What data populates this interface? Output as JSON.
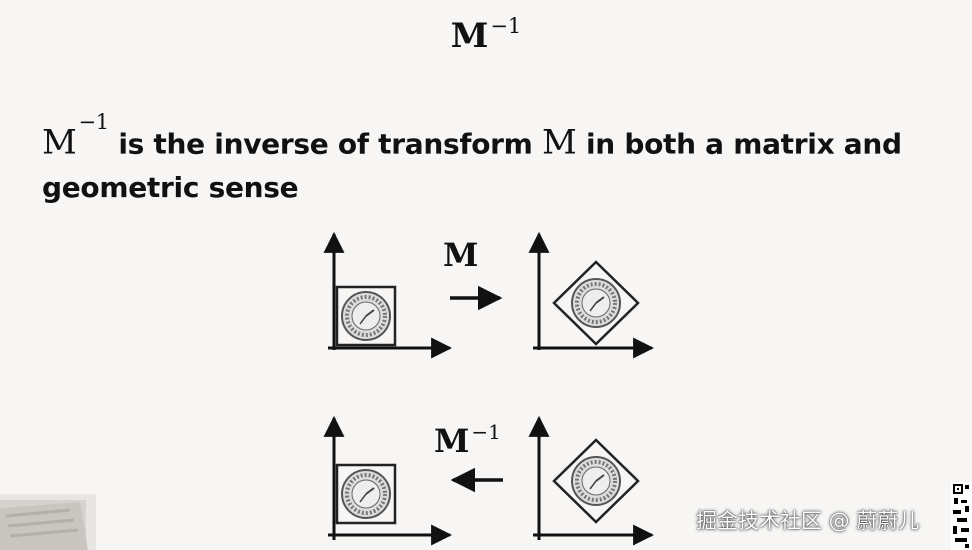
{
  "title": {
    "base": "M",
    "exp": "−1"
  },
  "body": {
    "inverse_symbol": "M",
    "inverse_exp": "−1",
    "text_part1": " is the inverse of transform ",
    "transform_symbol": "M",
    "text_part2": " in both a matrix and geometric sense"
  },
  "diagram": {
    "forward_label": "M",
    "inverse_label_base": "M",
    "inverse_label_exp": "−1"
  },
  "watermark": "掘金技术社区 @ 蔚蔚儿"
}
